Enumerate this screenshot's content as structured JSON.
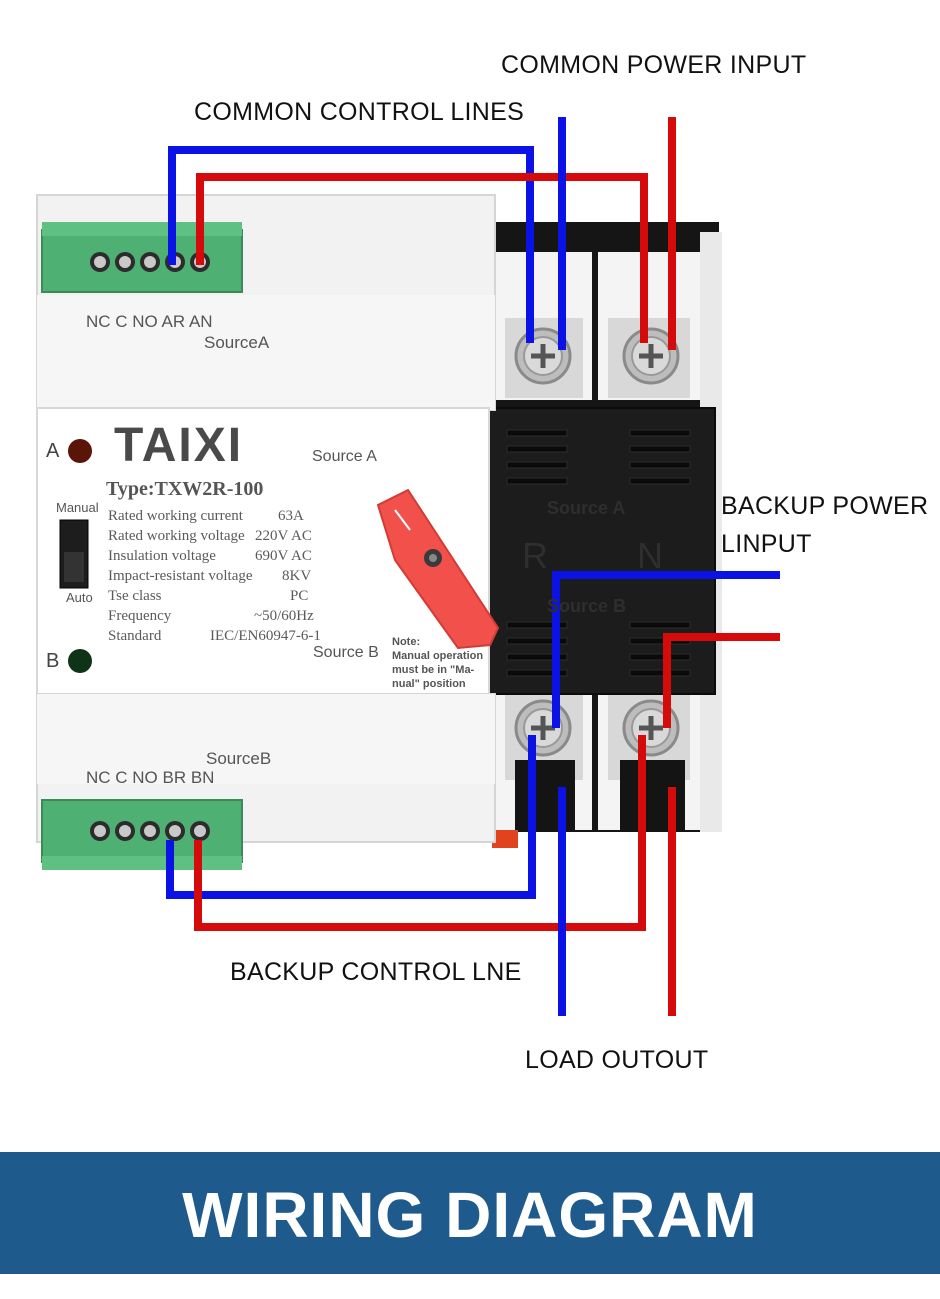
{
  "callouts": {
    "common_power_input": "COMMON POWER INPUT",
    "common_control_lines": "COMMON CONTROL LINES",
    "backup_power_line1": "BACKUP POWER",
    "backup_power_line2": "LINPUT",
    "backup_control_line": "BACKUP CONTROL LNE",
    "load_output": "LOAD OUTOUT"
  },
  "device": {
    "brand": "TAIXI",
    "type_label": "Type:TXW2R-100",
    "terminal_labels_a": "NC C NO AR AN",
    "source_a_label": "SourceA",
    "terminal_labels_b": "NC C NO BR BN",
    "source_b_label": "SourceB",
    "indicator_a": "A",
    "indicator_b": "B",
    "switch_manual": "Manual",
    "switch_auto": "Auto",
    "face_source_a": "Source A",
    "face_source_b": "Source B",
    "note": [
      "Note:",
      "Manual operation",
      "must be in \"Ma-",
      "nual\" position"
    ],
    "specs": [
      {
        "label": "Rated working current",
        "value": "63A"
      },
      {
        "label": "Rated working voltage",
        "value": "220V AC"
      },
      {
        "label": "Insulation voltage",
        "value": "690V AC"
      },
      {
        "label": "Impact-resistant voltage",
        "value": "8KV"
      },
      {
        "label": "Tse class",
        "value": "PC"
      },
      {
        "label": "Frequency",
        "value": "~50/60Hz"
      },
      {
        "label": "Standard",
        "value": "IEC/EN60947-6-1"
      }
    ],
    "cover_source_a": "Source A",
    "cover_r": "R",
    "cover_n": "N",
    "cover_source_b": "Source B"
  },
  "colors": {
    "blue_wire": "#0a12e6",
    "red_wire": "#d50a0a",
    "banner": "#1e5a8c",
    "terminal_green": "#4fb074",
    "knob": "#f2504a"
  },
  "banner": {
    "title": "WIRING DIAGRAM"
  }
}
